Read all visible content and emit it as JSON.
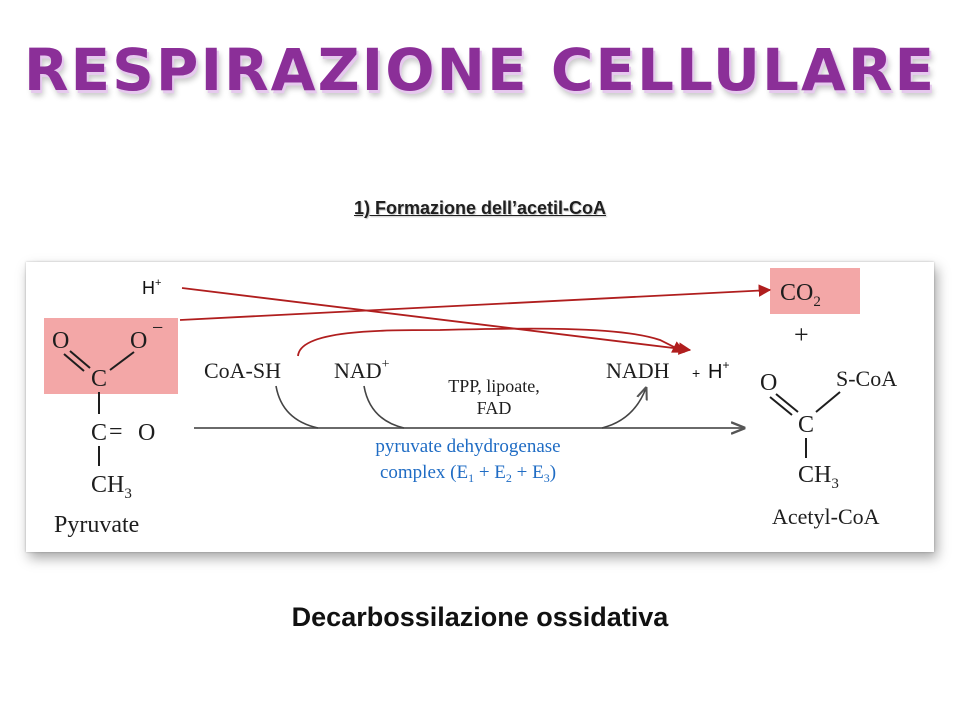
{
  "slide": {
    "title": "Respirazione cellulare",
    "subtitle": "1) Formazione dell’acetil-CoA",
    "caption": "Decarbossilazione ossidativa"
  },
  "diagram": {
    "pyruvate": {
      "o_left": "O",
      "o_right": "O",
      "charge": "−",
      "carbon_top": "C",
      "carbon_mid": "C",
      "double_bond": "=",
      "o_mid": "O",
      "ch3": "CH",
      "ch3_sub": "3",
      "name": "Pyruvate"
    },
    "reactants": {
      "coash": "CoA-SH",
      "nad": "NAD",
      "nad_sup": "+"
    },
    "cofactors": {
      "line1": "TPP, lipoate,",
      "line2": "FAD"
    },
    "enzyme": {
      "line1": "pyruvate dehydrogenase",
      "line2_prefix": "complex (E",
      "e1": "1",
      "plus_a": " + E",
      "e2": "2",
      "plus_b": " + E",
      "e3": "3",
      "close": ")"
    },
    "products": {
      "nadh": "NADH",
      "plus_small": "+",
      "h": "H",
      "h_sup": "+",
      "co2": "CO",
      "co2_sub": "2",
      "plus_big": "+"
    },
    "acetyl_coa": {
      "o": "O",
      "s_coa": "S-CoA",
      "carbon": "C",
      "ch3": "CH",
      "ch3_sub": "3",
      "name": "Acetyl-CoA"
    },
    "h_top": {
      "h": "H",
      "sup": "+"
    },
    "colors": {
      "highlight": "#f3a7a7",
      "red_arrow": "#b01e1e",
      "enzyme_blue": "#1f6cc4",
      "title_purple": "#8b2f98"
    }
  }
}
